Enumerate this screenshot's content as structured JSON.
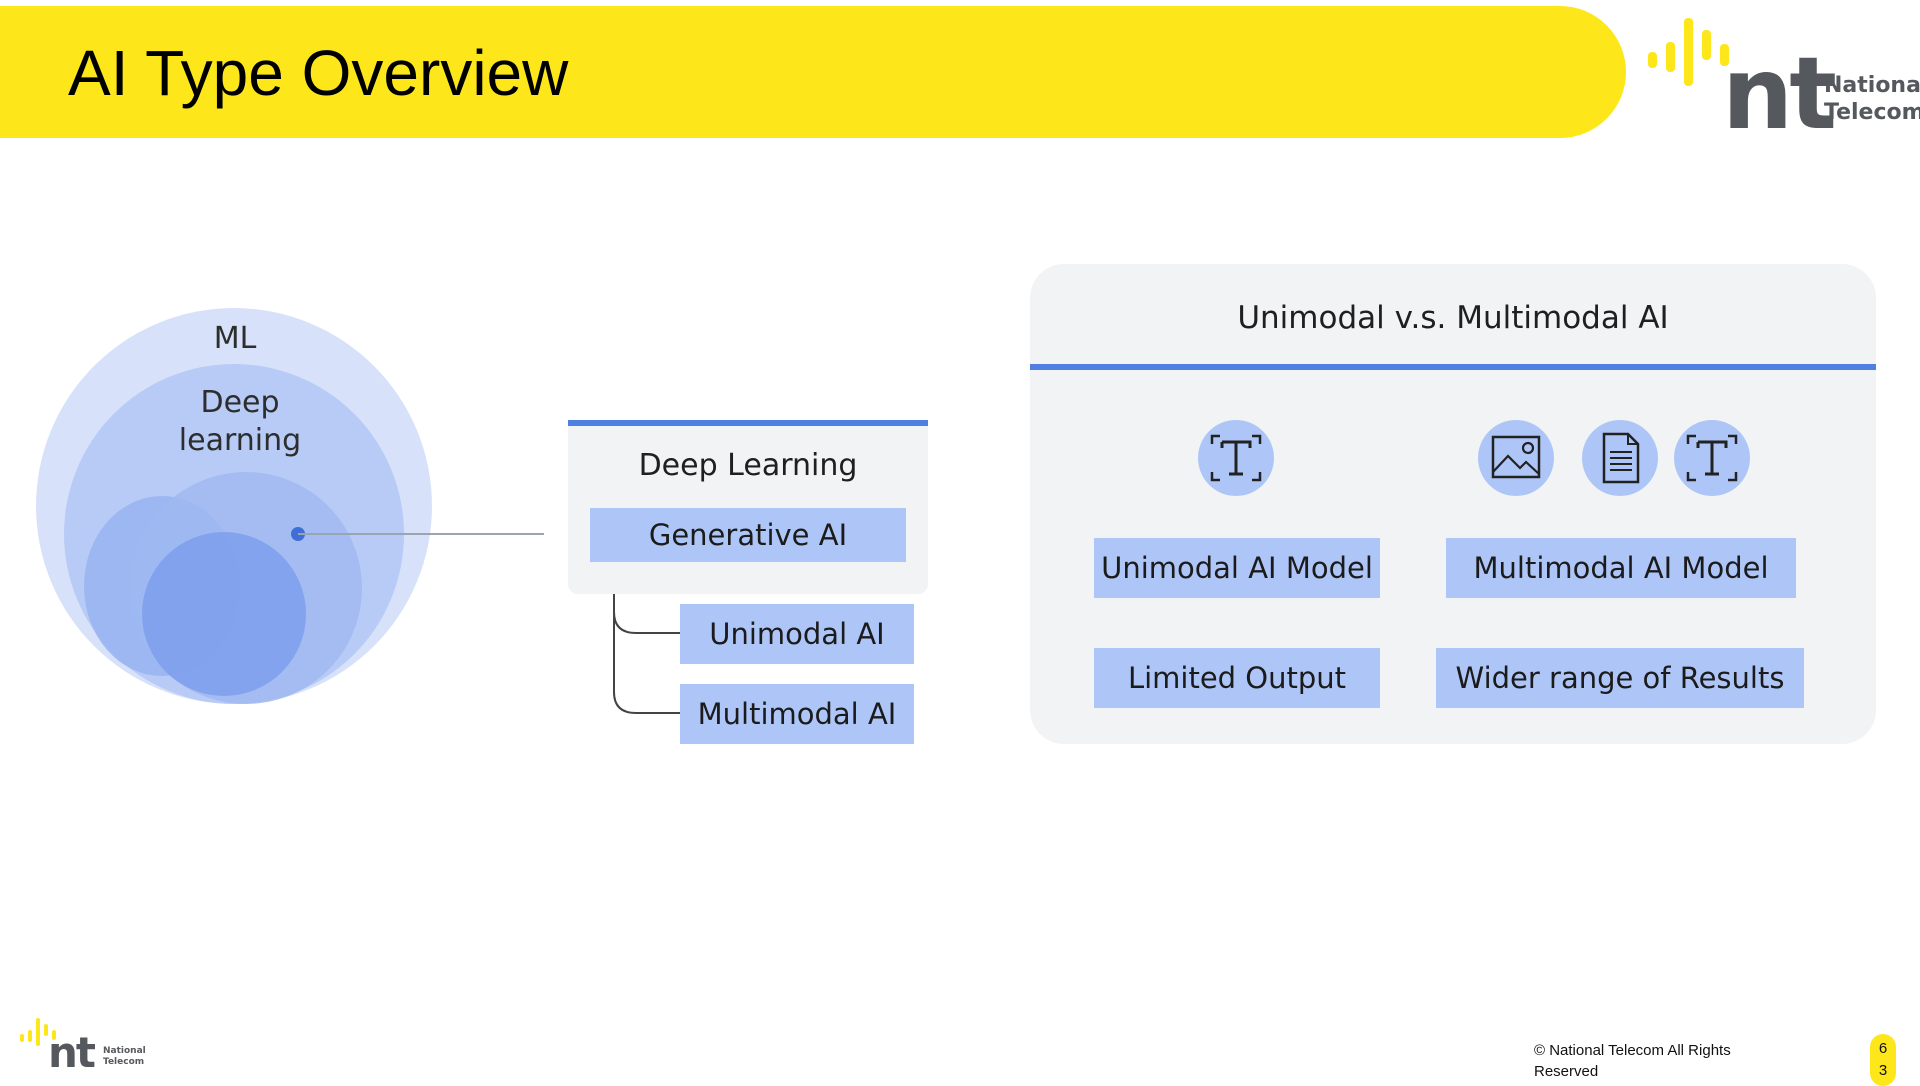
{
  "slide": {
    "title": "AI Type Overview",
    "footer_copyright": "© National Telecom All Rights Reserved",
    "page_number": "6\n3"
  },
  "logo": {
    "mark": "nt",
    "name_line1": "National",
    "name_line2": "Telecom",
    "accent_color": "#fde619",
    "text_color": "#55585d"
  },
  "venn": {
    "outer_label": "ML",
    "inner_label": "Deep learning"
  },
  "hierarchy": {
    "panel_title": "Deep Learning",
    "root": "Generative AI",
    "children": [
      "Unimodal AI",
      "Multimodal AI"
    ]
  },
  "comparison": {
    "title": "Unimodal v.s. Multimodal AI",
    "unimodal": {
      "icons": [
        "text-icon"
      ],
      "model": "Unimodal AI Model",
      "output": "Limited Output"
    },
    "multimodal": {
      "icons": [
        "image-icon",
        "document-icon",
        "text-icon"
      ],
      "model": "Multimodal AI Model",
      "output": "Wider range of Results"
    },
    "accent_color": "#4f7fe0",
    "box_color": "#aec6f7"
  }
}
